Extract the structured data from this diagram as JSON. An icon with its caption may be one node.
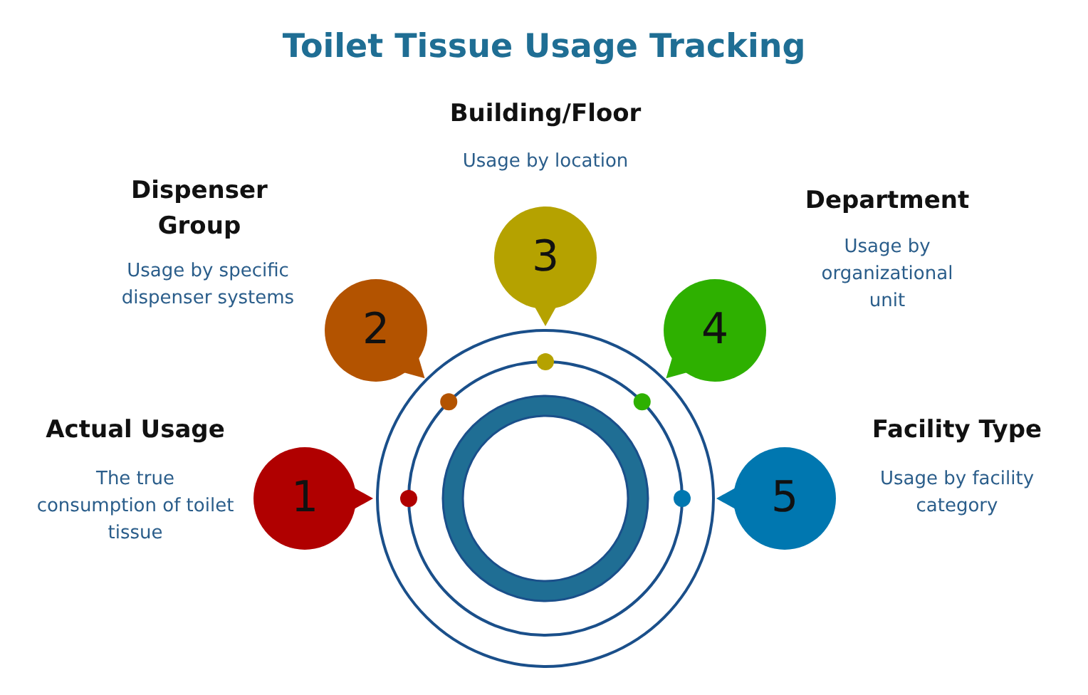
{
  "diagram": {
    "title": "Toilet Tissue Usage Tracking",
    "nodes": [
      {
        "text": [
          "1"
        ],
        "beside": [
          "Actual Usage",
          "The true consumption of toilet tissue"
        ]
      },
      {
        "text": [
          "2"
        ],
        "beside": [
          "Dispenser Group",
          "Usage by specific dispenser systems"
        ]
      },
      {
        "text": [
          "3"
        ],
        "beside": [
          "Building/Floor",
          "Usage by location"
        ]
      },
      {
        "text": [
          "4"
        ],
        "beside": [
          "Department",
          "Usage by organizational unit"
        ]
      },
      {
        "text": [
          "5"
        ],
        "beside": [
          "Facility Type",
          "Usage by facility category"
        ]
      }
    ]
  }
}
